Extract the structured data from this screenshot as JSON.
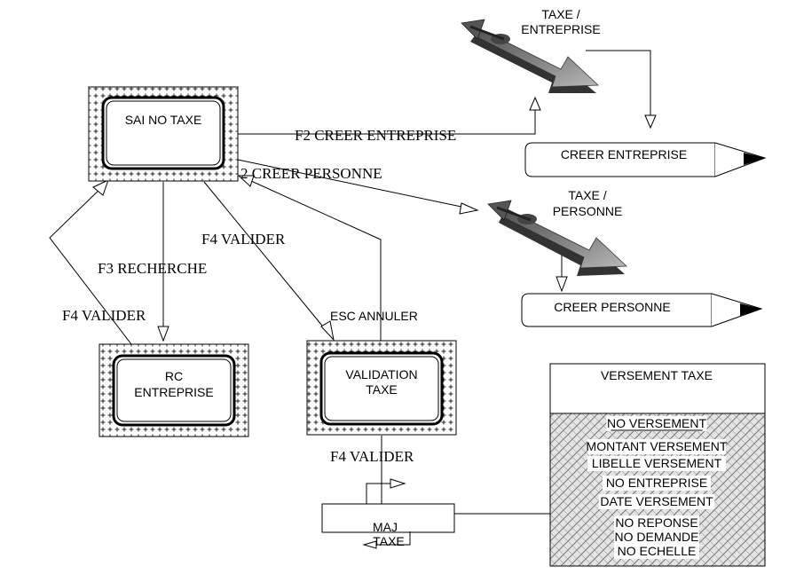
{
  "screens": {
    "sai_no_taxe": "SAI NO TAXE",
    "rc_line1": "RC",
    "rc_line2": "ENTREPRISE",
    "validation_line1": "VALIDATION",
    "validation_line2": "TAXE",
    "creer_entreprise": "CREER ENTREPRISE",
    "creer_personne": "CREER PERSONNE",
    "maj_line1": "MAJ",
    "maj_line2": "TAXE"
  },
  "transitions": {
    "f2_creer_entreprise": "F2 CREER ENTREPRISE",
    "creer_personne": "2 CREER PERSONNE",
    "f4_valider_top": "F4 VALIDER",
    "f3_recherche": "F3 RECHERCHE",
    "f4_valider_left": "F4 VALIDER",
    "esc_annuler": "ESC ANNULER",
    "f4_valider_bottom": "F4 VALIDER"
  },
  "flows": {
    "taxe_entreprise_line1": "TAXE /",
    "taxe_entreprise_line2": "ENTREPRISE",
    "taxe_personne_line1": "TAXE /",
    "taxe_personne_line2": "PERSONNE"
  },
  "entity": {
    "title": "VERSEMENT TAXE",
    "key_field": "NO VERSEMENT",
    "fields": [
      "MONTANT VERSEMENT",
      "LIBELLE VERSEMENT",
      "NO ENTREPRISE",
      "DATE VERSEMENT",
      "NO REPONSE",
      "NO DEMANDE",
      "NO ECHELLE"
    ]
  }
}
